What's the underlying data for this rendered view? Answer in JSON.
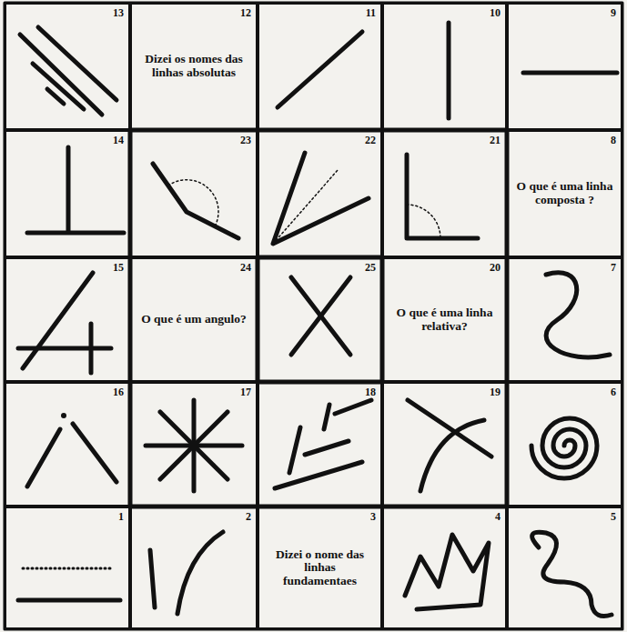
{
  "diagram": {
    "nodes": [
      {
        "text": [
          "13"
        ]
      },
      {
        "text": [
          "12",
          "Dizei os nomes das linhas absolutas"
        ]
      },
      {
        "text": [
          "11"
        ]
      },
      {
        "text": [
          "10"
        ]
      },
      {
        "text": [
          "9"
        ]
      },
      {
        "text": [
          "14"
        ]
      },
      {
        "text": [
          "23"
        ]
      },
      {
        "text": [
          "22"
        ]
      },
      {
        "text": [
          "21"
        ]
      },
      {
        "text": [
          "8",
          "O que é uma linha composta ?"
        ]
      },
      {
        "text": [
          "15"
        ]
      },
      {
        "text": [
          "24",
          "O que é um angulo?"
        ]
      },
      {
        "text": [
          "25"
        ]
      },
      {
        "text": [
          "20",
          "O que é uma linha relativa?"
        ]
      },
      {
        "text": [
          "7"
        ]
      },
      {
        "text": [
          "16"
        ]
      },
      {
        "text": [
          "17"
        ]
      },
      {
        "text": [
          "18"
        ]
      },
      {
        "text": [
          "19"
        ]
      },
      {
        "text": [
          "6"
        ]
      },
      {
        "text": [
          "1"
        ]
      },
      {
        "text": [
          "2"
        ]
      },
      {
        "text": [
          "3",
          "Dizei o nome das linhas fundamentaes"
        ]
      },
      {
        "text": [
          "4"
        ]
      },
      {
        "text": [
          "5"
        ]
      }
    ]
  }
}
